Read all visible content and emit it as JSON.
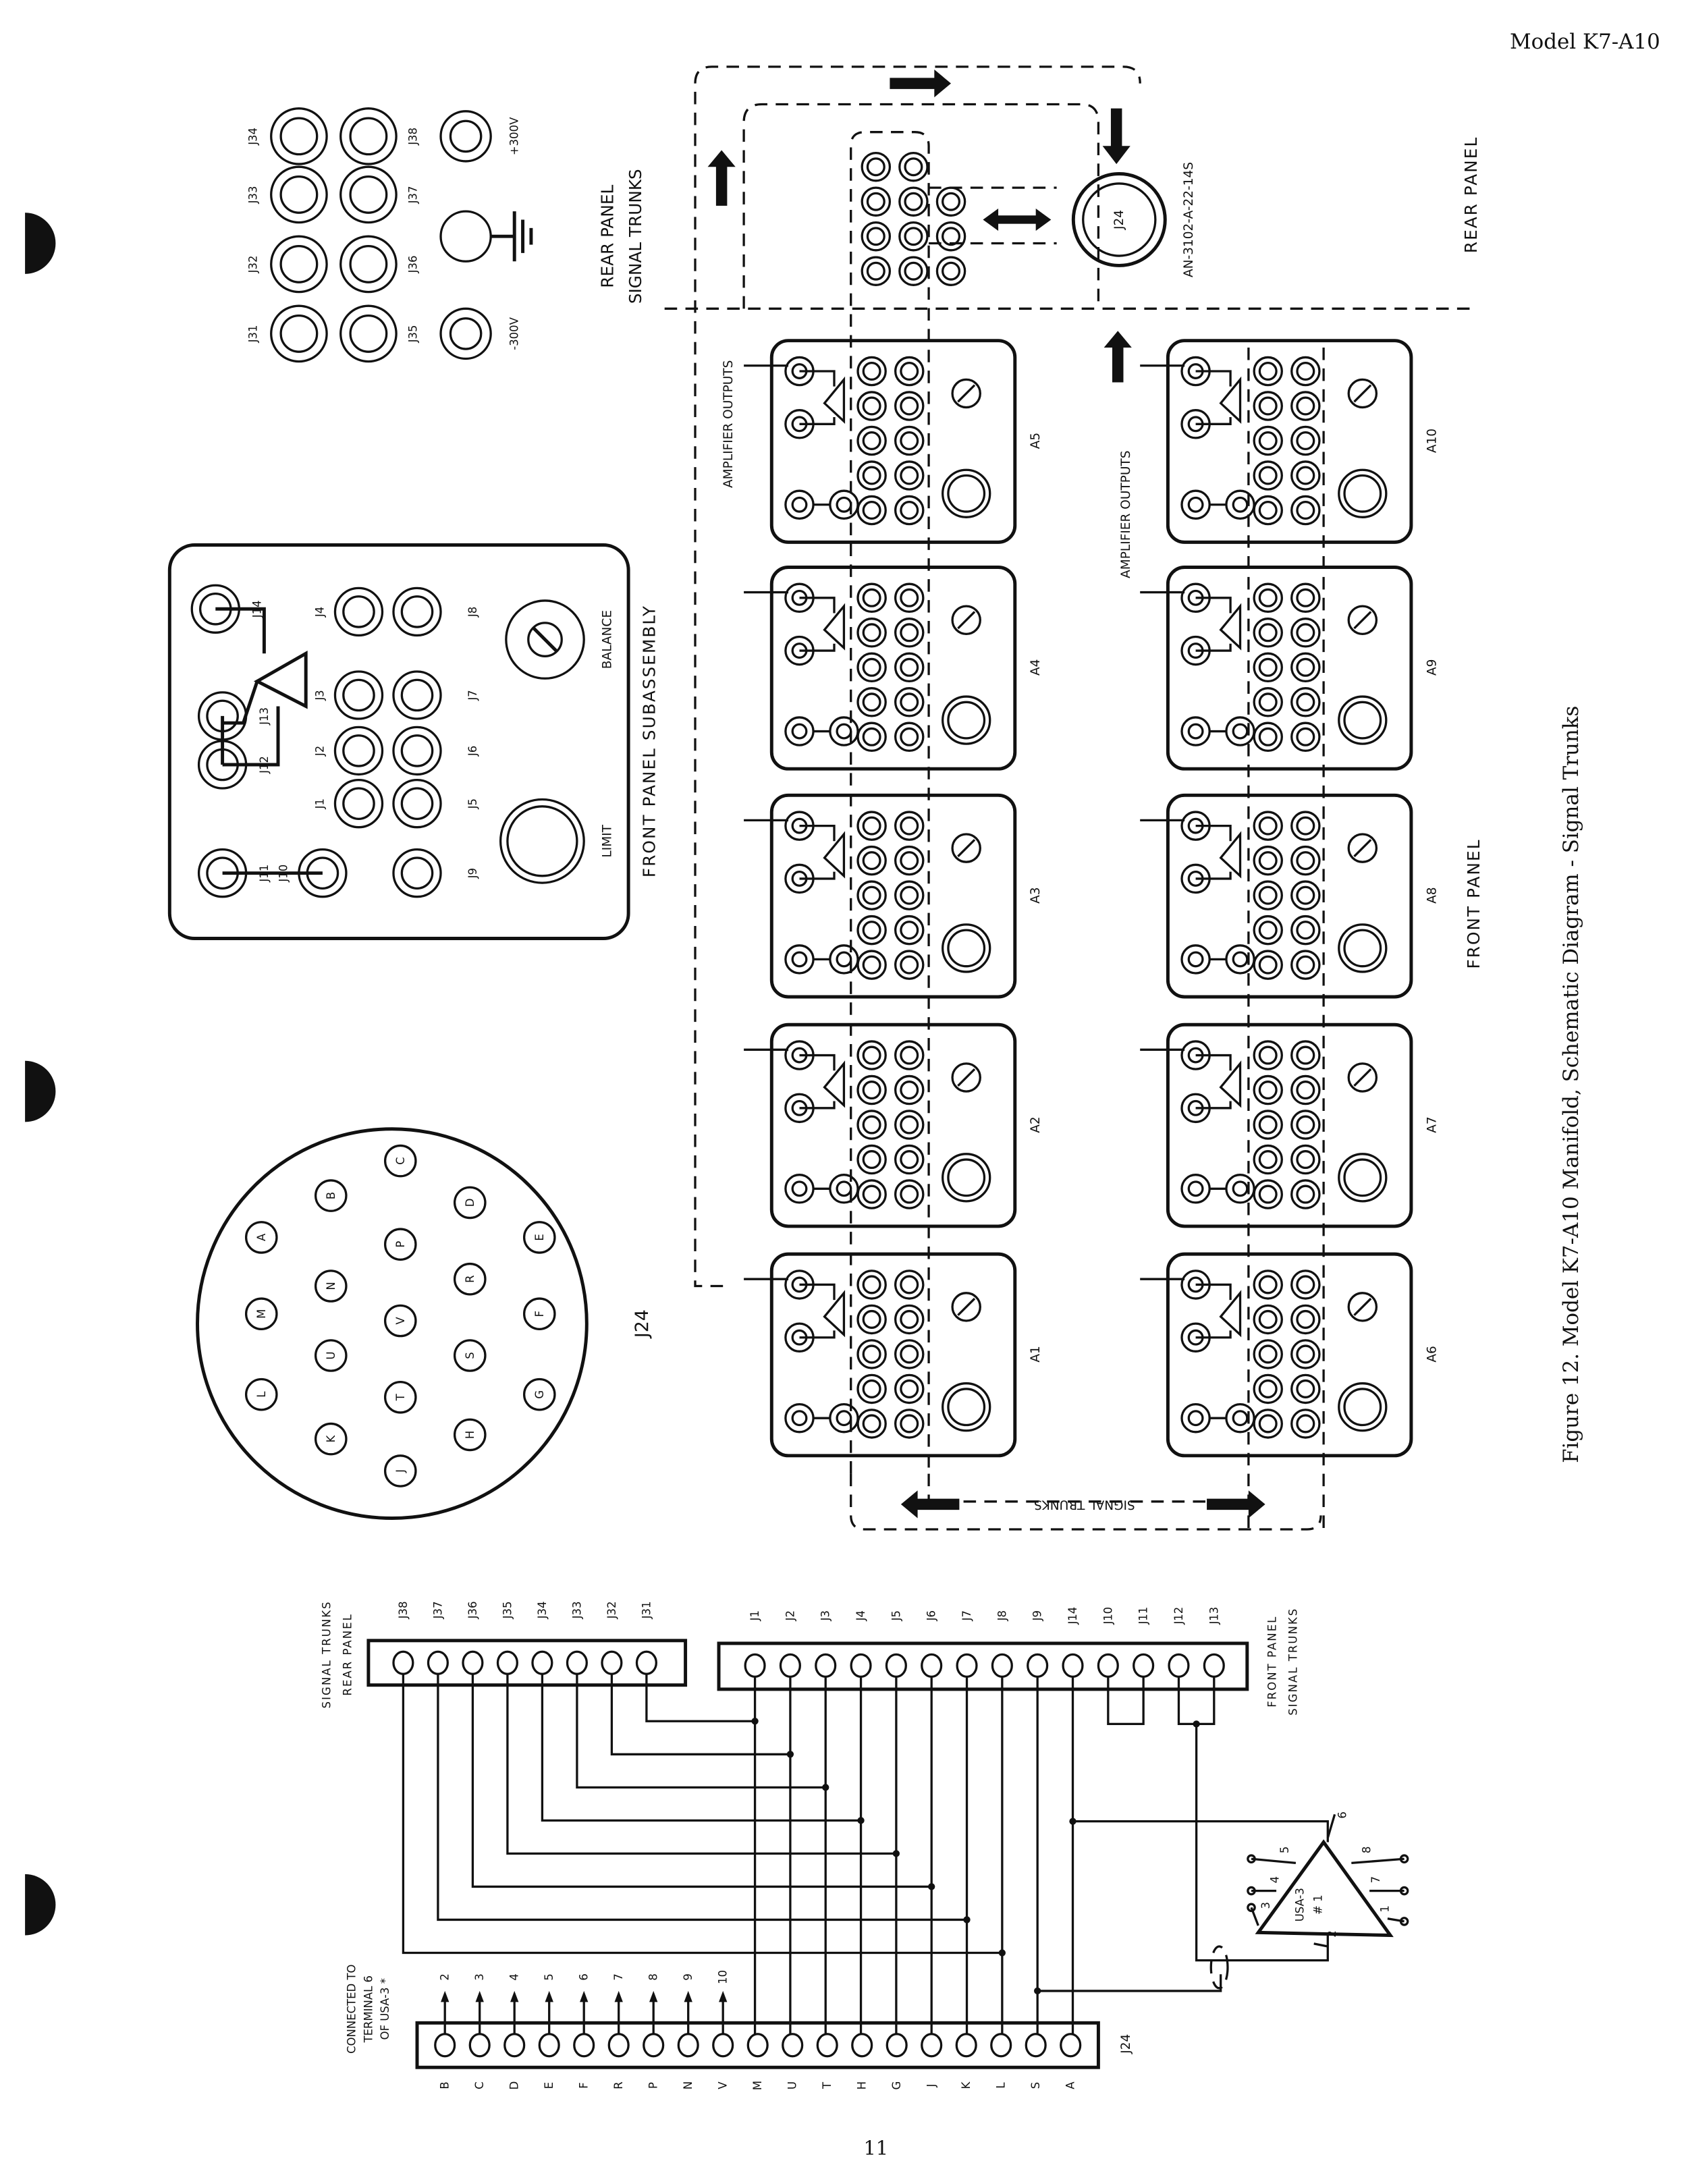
{
  "header": {
    "model": "Model K7-A10"
  },
  "page_number": "11",
  "figure_caption": "Figure 12.  Model K7-A10 Manifold, Schematic Diagram - Signal Trunks",
  "j24_connector": {
    "label": "J24",
    "pins": [
      "A",
      "B",
      "C",
      "D",
      "E",
      "F",
      "G",
      "H",
      "J",
      "K",
      "L",
      "M",
      "N",
      "P",
      "R",
      "S",
      "T",
      "U",
      "V"
    ]
  },
  "front_panel_subassembly": {
    "title": "FRONT PANEL SUBASSEMBLY",
    "jacks": [
      "J1",
      "J2",
      "J3",
      "J4",
      "J5",
      "J6",
      "J7",
      "J8",
      "J9",
      "J10",
      "J11",
      "J12",
      "J13",
      "J14"
    ],
    "limit": "LIMIT",
    "balance": "BALANCE"
  },
  "rear_panel_jacks": {
    "jacks": [
      "J31",
      "J32",
      "J33",
      "J34",
      "J35",
      "J36",
      "J37",
      "J38"
    ],
    "minus300": "-300V",
    "plus300": "+300V"
  },
  "manifold": {
    "rear_panel_signal_trunks": [
      "REAR PANEL",
      "SIGNAL TRUNKS"
    ],
    "amplifier_outputs": "AMPLIFIER OUTPUTS",
    "connector_part": "AN-3102-A-22-14S",
    "connector_label": "J24",
    "rear_panel": "REAR PANEL",
    "front_panel": "FRONT PANEL",
    "signal_trunks": "SIGNAL TRUNKS",
    "amplifiers_top": [
      "A5",
      "A4",
      "A3",
      "A2",
      "A1"
    ],
    "amplifiers_bottom": [
      "A10",
      "A9",
      "A8",
      "A7",
      "A6"
    ]
  },
  "wiring": {
    "rear_label": [
      "SIGNAL TRUNKS",
      "REAR PANEL"
    ],
    "front_label": [
      "FRONT PANEL",
      "SIGNAL TRUNKS"
    ],
    "rear_jacks": [
      "J38",
      "J37",
      "J36",
      "J35",
      "J34",
      "J33",
      "J32",
      "J31"
    ],
    "front_jacks": [
      "J1",
      "J2",
      "J3",
      "J4",
      "J5",
      "J6",
      "J7",
      "J8",
      "J9",
      "J14",
      "J10",
      "J11",
      "J12",
      "J13"
    ],
    "j24_letters": [
      "B",
      "C",
      "D",
      "E",
      "F",
      "R",
      "P",
      "N",
      "V",
      "M",
      "U",
      "T",
      "H",
      "G",
      "J",
      "K",
      "L",
      "S",
      "A"
    ],
    "terminal_numbers": [
      "2",
      "3",
      "4",
      "5",
      "6",
      "7",
      "8",
      "9",
      "10"
    ],
    "connected_to": [
      "CONNECTED TO",
      "TERMINAL 6",
      "OF USA-3 *"
    ],
    "j24_label": "J24",
    "usa": {
      "name": "USA-3",
      "unit": "# 1",
      "pins": [
        "1",
        "2",
        "3",
        "4",
        "5",
        "6",
        "7",
        "8"
      ]
    }
  }
}
